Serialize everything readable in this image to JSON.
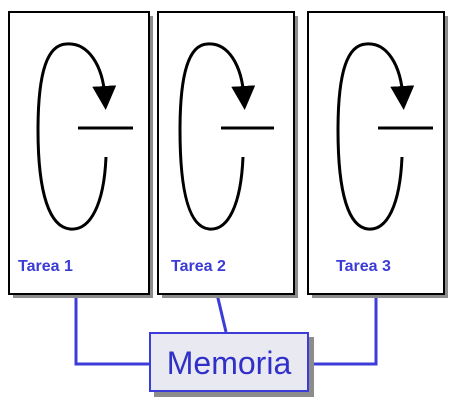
{
  "tasks": [
    {
      "label": "Tarea 1"
    },
    {
      "label": "Tarea 2"
    },
    {
      "label": "Tarea 3"
    }
  ],
  "memory": {
    "label": "Memoria"
  },
  "colors": {
    "task_label": "#3b3bd6",
    "connector": "#3c3cd8",
    "memory_fill": "#e9e9f2",
    "memory_text": "#3030c8",
    "box_stroke": "#000000",
    "shadow": "#9a9a9a"
  }
}
